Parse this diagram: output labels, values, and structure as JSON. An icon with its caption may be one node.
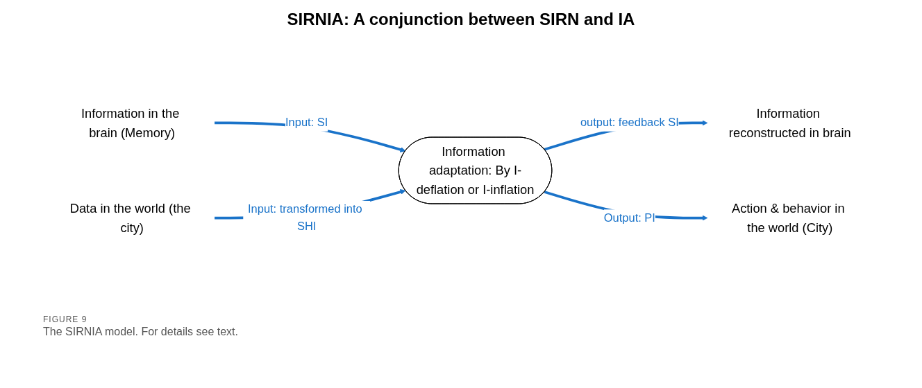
{
  "diagram": {
    "title": "SIRNIA: A conjunction between SIRN and IA",
    "caption": "The SIRNIA model. For details see text.",
    "nodes": [
      {
        "text": [
          "Information in the brain (Memory)"
        ]
      },
      {
        "text": [
          "Information reconstructed in brain"
        ]
      },
      {
        "text": [
          "Information adaptation: By I-deflation or I-inflation"
        ]
      },
      {
        "text": [
          "Data in the world (the city)"
        ]
      },
      {
        "text": [
          "Action & behavior in the world (City)"
        ]
      }
    ],
    "edges": [
      {
        "from": 0,
        "to": 2,
        "arrow": "to",
        "label": "Input: SI"
      },
      {
        "from": 2,
        "to": 1,
        "arrow": "to",
        "label": "output: feedback SI"
      },
      {
        "from": 3,
        "to": 2,
        "arrow": "to",
        "label": "Input: transformed into SHI"
      },
      {
        "from": 2,
        "to": 4,
        "arrow": "to",
        "label": "Output: PI"
      }
    ],
    "labels": [
      "FIGURE 9"
    ]
  }
}
